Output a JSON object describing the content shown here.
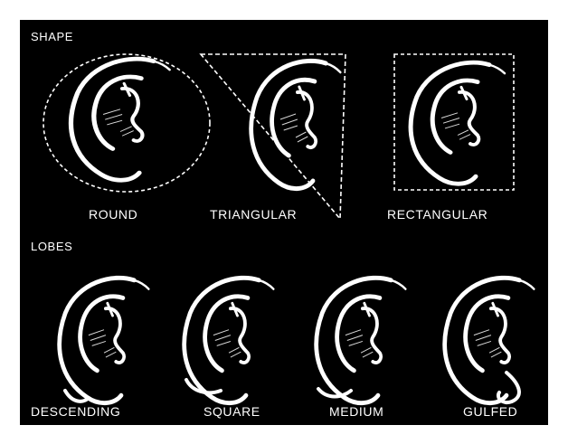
{
  "sections": {
    "shape": {
      "heading": "SHAPE",
      "items": [
        {
          "label": "ROUND",
          "outline": "circle"
        },
        {
          "label": "TRIANGULAR",
          "outline": "triangle"
        },
        {
          "label": "RECTANGULAR",
          "outline": "rectangle"
        }
      ]
    },
    "lobes": {
      "heading": "LOBES",
      "items": [
        {
          "label": "DESCENDING",
          "lobe": "descending"
        },
        {
          "label": "SQUARE",
          "lobe": "square"
        },
        {
          "label": "MEDIUM",
          "lobe": "medium"
        },
        {
          "label": "GULFED",
          "lobe": "gulfed"
        }
      ]
    }
  },
  "colors": {
    "background": "#000000",
    "line": "#ffffff"
  }
}
